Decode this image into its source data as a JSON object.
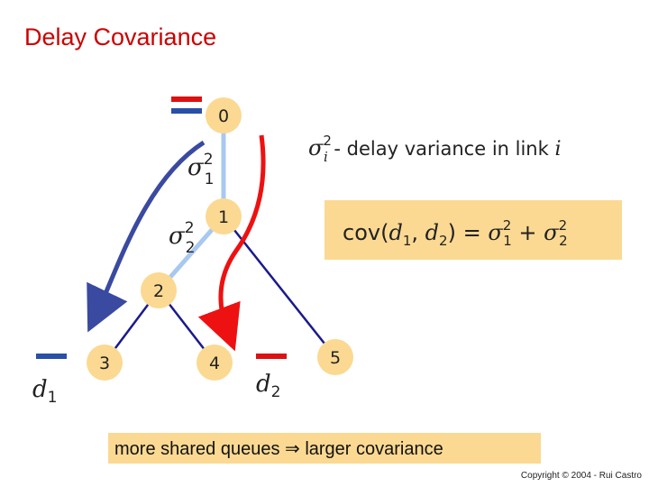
{
  "title": "Delay Covariance",
  "nodes": [
    {
      "id": "0",
      "label": "0"
    },
    {
      "id": "1",
      "label": "1"
    },
    {
      "id": "2",
      "label": "2"
    },
    {
      "id": "3",
      "label": "3"
    },
    {
      "id": "4",
      "label": "4"
    },
    {
      "id": "5",
      "label": "5"
    }
  ],
  "links": [
    {
      "from": "0",
      "to": "1",
      "type": "shared"
    },
    {
      "from": "1",
      "to": "2",
      "type": "shared"
    },
    {
      "from": "2",
      "to": "3",
      "type": "leaf"
    },
    {
      "from": "2",
      "to": "4",
      "type": "leaf"
    },
    {
      "from": "1",
      "to": "5",
      "type": "leaf"
    }
  ],
  "link_labels": {
    "sigma1": {
      "base": "σ",
      "sup": "2",
      "sub": "1"
    },
    "sigma2": {
      "base": "σ",
      "sup": "2",
      "sub": "2"
    }
  },
  "legend": {
    "symbol_base": "σ",
    "symbol_sup": "2",
    "symbol_sub": "i",
    "text": " - delay variance in link ",
    "var": "i"
  },
  "formula": {
    "func": "cov(",
    "d": "d",
    "sub1": "1",
    "comma": ", ",
    "sub2": "2",
    "close": ")",
    "equals": " = ",
    "plus": " + ",
    "sigma": "σ",
    "sup": "2"
  },
  "receivers": [
    {
      "name": "d",
      "sub": "1"
    },
    {
      "name": "d",
      "sub": "2"
    }
  ],
  "caption": "more shared queues ⇒ larger covariance",
  "copyright": "Copyright © 2004 - Rui Castro",
  "colors": {
    "title": "#cc0000",
    "node_fill": "#fbd992",
    "shared_link": "#a9c8f0",
    "leaf_link": "#1a1a8c",
    "probe_red": "#dd1111",
    "probe_blue": "#2a4fa8",
    "path_blue": "#3a4aa0",
    "path_red": "#ee1111",
    "box": "#fbd992"
  }
}
